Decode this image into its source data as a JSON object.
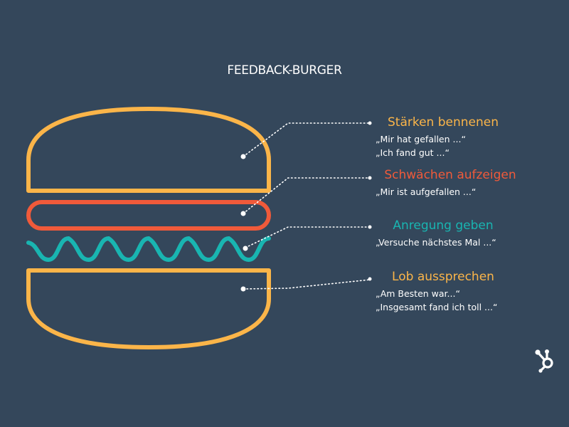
{
  "title": "FEEDBACK-BURGER",
  "colors": {
    "background": "#34475b",
    "bun": "#fbb549",
    "weakness": "#f05a3a",
    "suggestion": "#19b5b1",
    "text": "#ffffff"
  },
  "sections": [
    {
      "heading": "Stärken bennenen",
      "color": "#fbb549",
      "lines": [
        "„Mir hat gefallen ...“",
        "„Ich fand gut ...“"
      ]
    },
    {
      "heading": "Schwächen aufzeigen",
      "color": "#f05a3a",
      "lines": [
        "„Mir ist aufgefallen ...“"
      ]
    },
    {
      "heading": "Anregung geben",
      "color": "#19b5b1",
      "lines": [
        "„Versuche nächstes Mal ...“"
      ]
    },
    {
      "heading": "Lob aussprechen",
      "color": "#fbb549",
      "lines": [
        "„Am Besten war...“",
        "„Insgesamt fand ich toll ...“"
      ]
    }
  ],
  "logo_icon": "hubspot-sprocket-icon"
}
